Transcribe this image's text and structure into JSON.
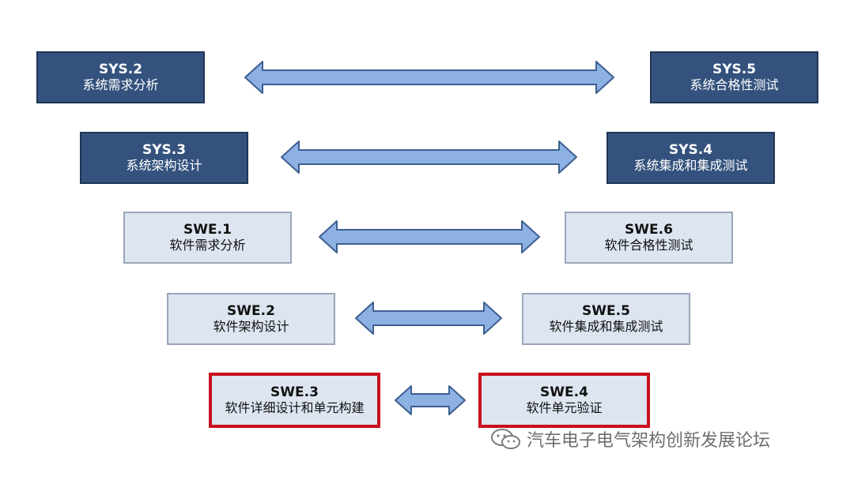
{
  "left_column": [
    {
      "code": "SYS.2",
      "title": "系统需求分析",
      "style": "dark"
    },
    {
      "code": "SYS.3",
      "title": "系统架构设计",
      "style": "dark"
    },
    {
      "code": "SWE.1",
      "title": "软件需求分析",
      "style": "light"
    },
    {
      "code": "SWE.2",
      "title": "软件架构设计",
      "style": "light"
    },
    {
      "code": "SWE.3",
      "title": "软件详细设计和单元构建",
      "style": "highlight"
    }
  ],
  "right_column": [
    {
      "code": "SYS.5",
      "title": "系统合格性测试",
      "style": "dark"
    },
    {
      "code": "SYS.4",
      "title": "系统集成和集成测试",
      "style": "dark"
    },
    {
      "code": "SWE.6",
      "title": "软件合格性测试",
      "style": "light"
    },
    {
      "code": "SWE.5",
      "title": "软件集成和集成测试",
      "style": "light"
    },
    {
      "code": "SWE.4",
      "title": "软件单元验证",
      "style": "highlight"
    }
  ],
  "colors": {
    "dark_box": "#34527d",
    "light_box": "#dde5f1",
    "highlight_border": "#c8101e",
    "arrow_fill": "#8db1e2",
    "arrow_stroke": "#3d5f91"
  },
  "watermark": {
    "icon": "wechat-icon",
    "text": "汽车电子电气架构创新发展论坛"
  }
}
